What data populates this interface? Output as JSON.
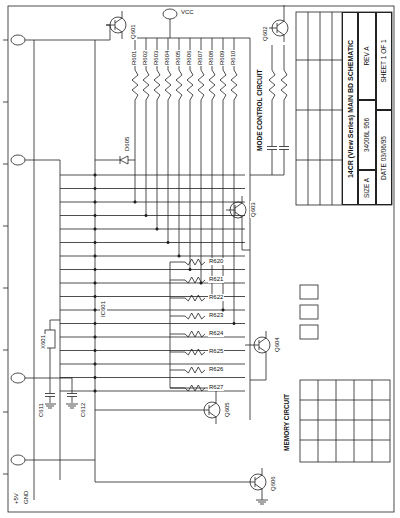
{
  "diagram": {
    "title": "14CR (View Series) MAIN BD SCHEMATIC",
    "nodes": [
      {
        "text": [
          "14CR (View Series) MAIN BD SCHEMATIC"
        ]
      },
      {
        "text": [
          "SIZE A"
        ]
      },
      {
        "text": [
          "34006L 956"
        ]
      },
      {
        "text": [
          "REV A"
        ]
      },
      {
        "text": [
          "DATE 03/06/95"
        ]
      },
      {
        "text": [
          "SHEET 1 OF 1"
        ]
      }
    ],
    "labels": [
      "MODE CONTROL CIRCUIT",
      "MEMORY CIRCUIT",
      "Q601",
      "Q602",
      "Q603",
      "Q604",
      "Q605",
      "Q606",
      "R601",
      "R602",
      "R603",
      "R604",
      "R605",
      "R606",
      "R607",
      "R608",
      "R609",
      "R610",
      "R620",
      "R621",
      "R622",
      "R623",
      "R624",
      "R625",
      "R626",
      "R627",
      "X601",
      "C611",
      "C612",
      "D605",
      "IC601",
      "+5V",
      "GND",
      "VCC"
    ]
  }
}
